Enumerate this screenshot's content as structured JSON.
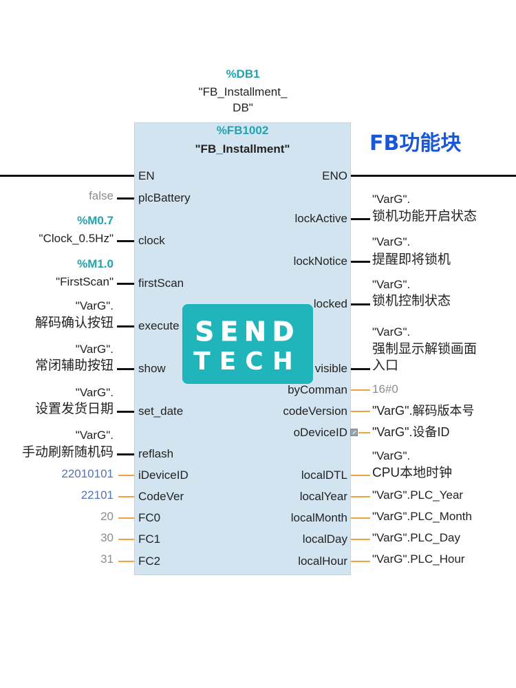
{
  "instance_db": {
    "address": "%DB1",
    "name_line1": "\"FB_Installment_",
    "name_line2": "DB\""
  },
  "block": {
    "address": "%FB1002",
    "name": "\"FB_Installment\""
  },
  "caption": "FB功能块",
  "logo": {
    "line1": "SEND",
    "line2": "TECH"
  },
  "colors": {
    "address_teal": "#23a3ad",
    "caption_blue": "#1a57d8",
    "block_fill": "#d2e4f0",
    "constant_gray": "#8c8c8c",
    "constant_blue": "#5472b8",
    "wire_orange": "#f0a23a",
    "logo_teal": "#1fb5bb"
  },
  "inputs": [
    {
      "pin": "EN"
    },
    {
      "pin": "plcBattery",
      "operand": "false"
    },
    {
      "pin": "clock",
      "address": "%M0.7",
      "operand": "\"Clock_0.5Hz\""
    },
    {
      "pin": "firstScan",
      "address": "%M1.0",
      "operand": "\"FirstScan\""
    },
    {
      "pin": "execute",
      "operand_line1": "\"VarG\".",
      "operand_line2": "解码确认按钮"
    },
    {
      "pin": "show",
      "operand_line1": "\"VarG\".",
      "operand_line2": "常闭辅助按钮"
    },
    {
      "pin": "set_date",
      "operand_line1": "\"VarG\".",
      "operand_line2": "设置发货日期"
    },
    {
      "pin": "reflash",
      "operand_line1": "\"VarG\".",
      "operand_line2": "手动刷新随机码"
    },
    {
      "pin": "iDeviceID",
      "operand": "22010101"
    },
    {
      "pin": "CodeVer",
      "operand": "22101"
    },
    {
      "pin": "FC0",
      "operand": "20"
    },
    {
      "pin": "FC1",
      "operand": "30"
    },
    {
      "pin": "FC2",
      "operand": "31"
    }
  ],
  "outputs": [
    {
      "pin": "ENO"
    },
    {
      "pin": "lockActive",
      "operand_line1": "\"VarG\".",
      "operand_line2": "锁机功能开启状态"
    },
    {
      "pin": "lockNotice",
      "operand_line1": "\"VarG\".",
      "operand_line2": "提醒即将锁机"
    },
    {
      "pin": "locked",
      "operand_line1": "\"VarG\".",
      "operand_line2": "锁机控制状态"
    },
    {
      "pin": "visible",
      "operand_line1": "\"VarG\".",
      "operand_line2": "强制显示解锁画面",
      "operand_line3": "入口"
    },
    {
      "pin": "byComman",
      "operand": "16#0"
    },
    {
      "pin": "codeVersion",
      "operand": "\"VarG\".解码版本号"
    },
    {
      "pin": "oDeviceID",
      "operand": "\"VarG\".设备ID"
    },
    {
      "pin": "localDTL",
      "operand_line1": "\"VarG\".",
      "operand_line2": "CPU本地时钟"
    },
    {
      "pin": "localYear",
      "operand": "\"VarG\".PLC_Year"
    },
    {
      "pin": "localMonth",
      "operand": "\"VarG\".PLC_Month"
    },
    {
      "pin": "localDay",
      "operand": "\"VarG\".PLC_Day"
    },
    {
      "pin": "localHour",
      "operand": "\"VarG\".PLC_Hour"
    }
  ]
}
